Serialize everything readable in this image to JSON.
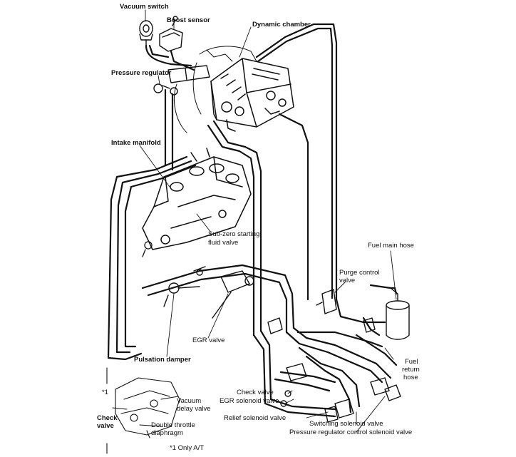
{
  "labels": {
    "vacuum_switch": "Vacuum switch",
    "boost_sensor": "Boost sensor",
    "dynamic_chamber": "Dynamic chamber",
    "pressure_regulator": "Pressure regulator",
    "intake_manifold": "Intake manifold",
    "sub_zero_line1": "Sub-zero starting",
    "sub_zero_line2": "fluid valve",
    "fuel_main_hose": "Fuel main hose",
    "purge_control_line1": "Purge control",
    "purge_control_line2": "valve",
    "egr_valve": "EGR valve",
    "pulsation_damper": "Pulsation damper",
    "fuel_return_line1": "Fuel",
    "fuel_return_line2": "return",
    "fuel_return_line3": "hose",
    "check_valve": "Check valve",
    "egr_solenoid_valve": "EGR solenoid valve",
    "relief_solenoid_valve": "Relief solenoid valve",
    "switching_solenoid_valve": "Switching solenoid valve",
    "pressure_regulator_control_solenoid_valve": "Pressure regulator control solenoid valve",
    "inset_marker": "*1",
    "inset_check_line1": "Check",
    "inset_check_line2": "valve",
    "inset_vacuum_delay_line1": "Vacuum",
    "inset_vacuum_delay_line2": "delay valve",
    "inset_double_throttle_line1": "Double throttle",
    "inset_double_throttle_line2": "diaphragm",
    "footnote": "*1 Only A/T"
  }
}
